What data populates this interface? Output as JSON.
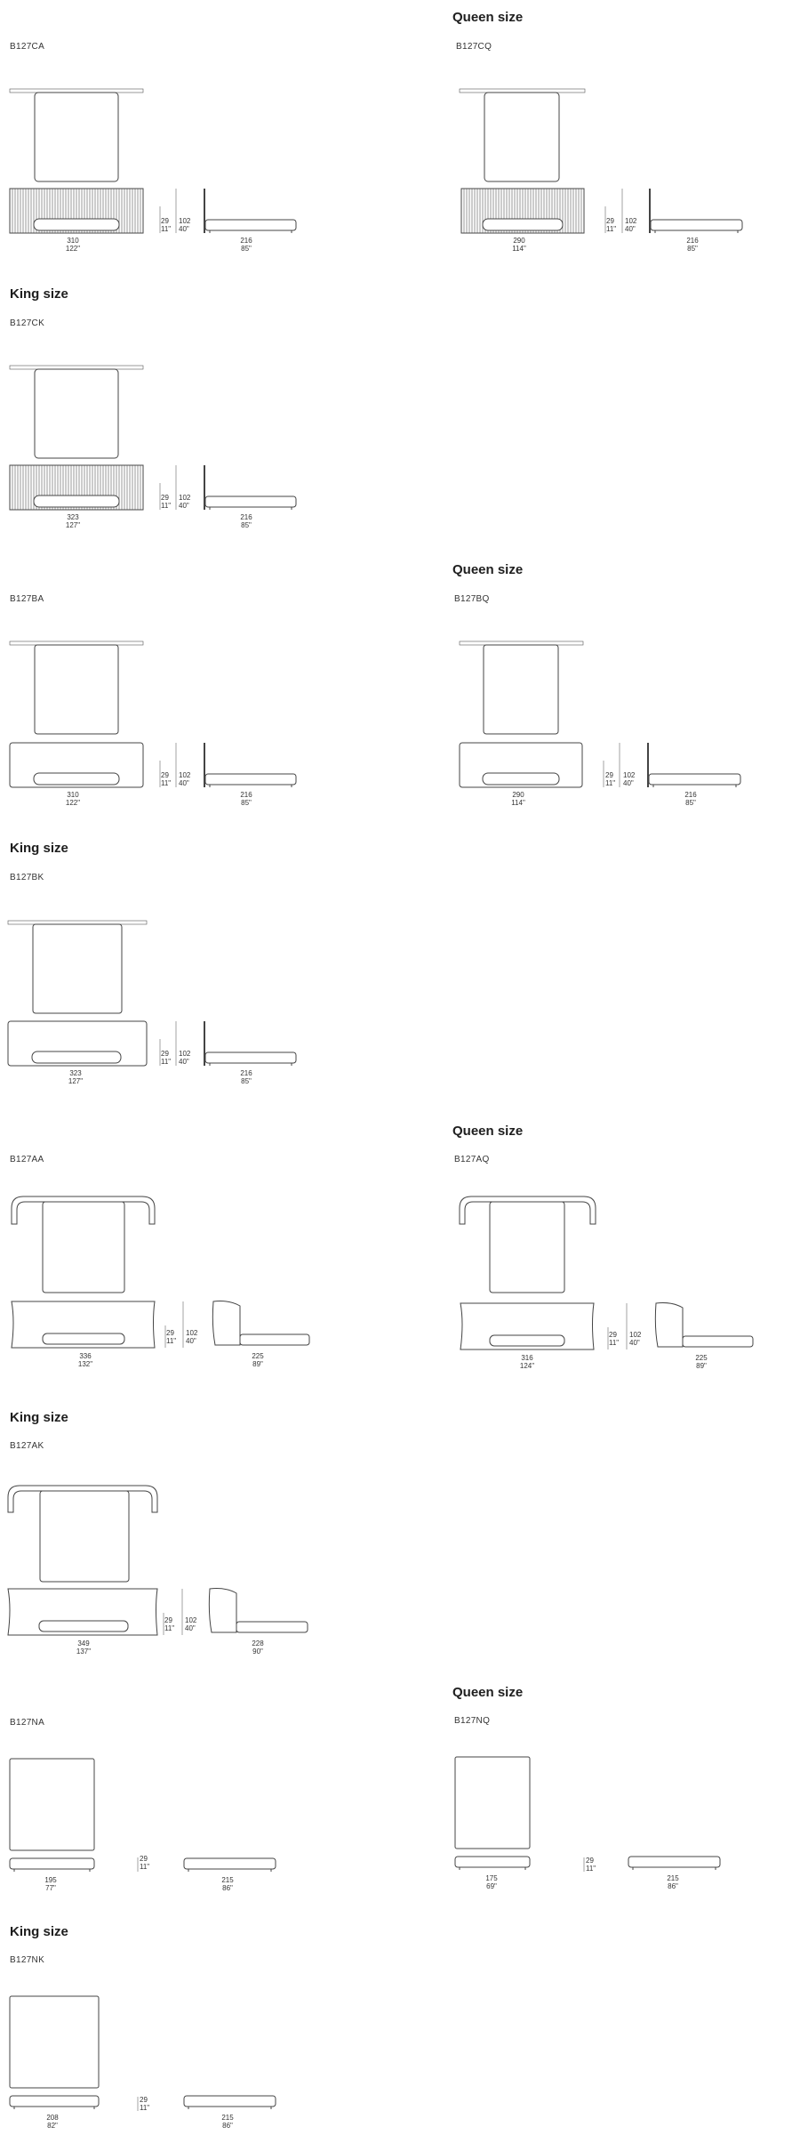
{
  "sections": [
    {
      "code": "B127CA",
      "heading": "",
      "w": "310",
      "w_in": "122\"",
      "h": "29",
      "h_in": "11\"",
      "h2": "102",
      "h2_in": "40\"",
      "l": "216",
      "l_in": "85\""
    },
    {
      "code": "B127CQ",
      "heading": "Queen size",
      "w": "290",
      "w_in": "114\"",
      "h": "29",
      "h_in": "11\"",
      "h2": "102",
      "h2_in": "40\"",
      "l": "216",
      "l_in": "85\""
    },
    {
      "code": "B127CK",
      "heading": "King size",
      "w": "323",
      "w_in": "127\"",
      "h": "29",
      "h_in": "11\"",
      "h2": "102",
      "h2_in": "40\"",
      "l": "216",
      "l_in": "85\""
    },
    {
      "code": "B127BA",
      "heading": "",
      "w": "310",
      "w_in": "122\"",
      "h": "29",
      "h_in": "11\"",
      "h2": "102",
      "h2_in": "40\"",
      "l": "216",
      "l_in": "85\""
    },
    {
      "code": "B127BQ",
      "heading": "Queen size",
      "w": "290",
      "w_in": "114\"",
      "h": "29",
      "h_in": "11\"",
      "h2": "102",
      "h2_in": "40\"",
      "l": "216",
      "l_in": "85\""
    },
    {
      "code": "B127BK",
      "heading": "King size",
      "w": "323",
      "w_in": "127\"",
      "h": "29",
      "h_in": "11\"",
      "h2": "102",
      "h2_in": "40\"",
      "l": "216",
      "l_in": "85\""
    },
    {
      "code": "B127AA",
      "heading": "",
      "w": "336",
      "w_in": "132\"",
      "h": "29",
      "h_in": "11\"",
      "h2": "102",
      "h2_in": "40\"",
      "l": "225",
      "l_in": "89\""
    },
    {
      "code": "B127AQ",
      "heading": "Queen size",
      "w": "316",
      "w_in": "124\"",
      "h": "29",
      "h_in": "11\"",
      "h2": "102",
      "h2_in": "40\"",
      "l": "225",
      "l_in": "89\""
    },
    {
      "code": "B127AK",
      "heading": "King size",
      "w": "349",
      "w_in": "137\"",
      "h": "29",
      "h_in": "11\"",
      "h2": "102",
      "h2_in": "40\"",
      "l": "228",
      "l_in": "90\""
    },
    {
      "code": "B127NA",
      "heading": "",
      "w": "195",
      "w_in": "77\"",
      "h": "29",
      "h_in": "11\"",
      "l": "215",
      "l_in": "86\""
    },
    {
      "code": "B127NQ",
      "heading": "Queen size",
      "w": "175",
      "w_in": "69\"",
      "h": "29",
      "h_in": "11\"",
      "l": "215",
      "l_in": "86\""
    },
    {
      "code": "B127NK",
      "heading": "King size",
      "w": "208",
      "w_in": "82\"",
      "h": "29",
      "h_in": "11\"",
      "l": "215",
      "l_in": "86\""
    }
  ]
}
